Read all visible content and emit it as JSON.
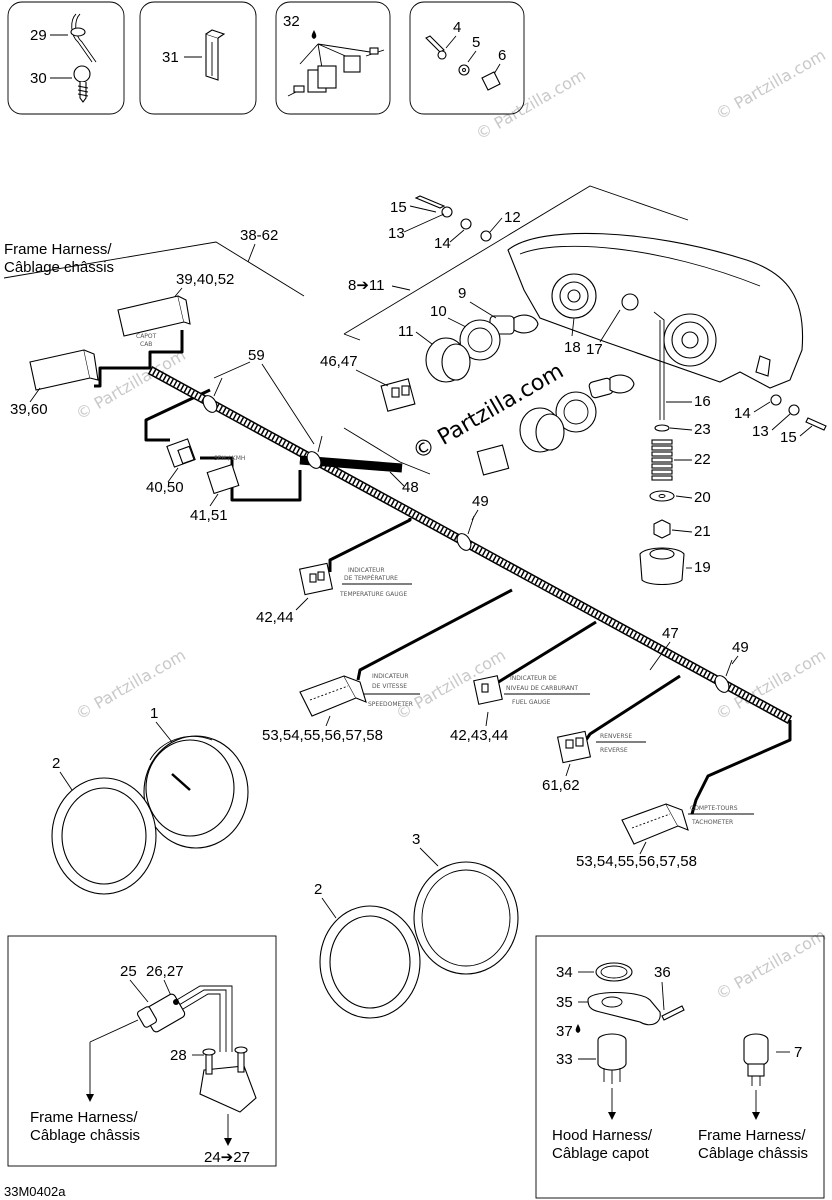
{
  "callouts": {
    "c29": "29",
    "c30": "30",
    "c31": "31",
    "c32": "32",
    "c4": "4",
    "c5": "5",
    "c6": "6",
    "c15a": "15",
    "c13a": "13",
    "c14a": "14",
    "c12": "12",
    "c38_62": "38-62",
    "c39_40_52": "39,40,52",
    "c8_11": "8➔11",
    "c9": "9",
    "c10": "10",
    "c11": "11",
    "c18": "18",
    "c17": "17",
    "c46_47": "46,47",
    "c59": "59",
    "c39_60": "39,60",
    "c40_50": "40,50",
    "c41_51": "41,51",
    "c48": "48",
    "c49a": "49",
    "c16": "16",
    "c14b": "14",
    "c13b": "13",
    "c15b": "15",
    "c23": "23",
    "c22": "22",
    "c20": "20",
    "c21": "21",
    "c19": "19",
    "c42_44": "42,44",
    "c47": "47",
    "c49b": "49",
    "c53_58a": "53,54,55,56,57,58",
    "c42_43_44": "42,43,44",
    "c61_62": "61,62",
    "c53_58b": "53,54,55,56,57,58",
    "c1": "1",
    "c2a": "2",
    "c3": "3",
    "c2b": "2",
    "c25": "25",
    "c26_27": "26,27",
    "c28": "28",
    "c24_27": "24➔27",
    "c34": "34",
    "c36": "36",
    "c35": "35",
    "c37": "37",
    "c33": "33",
    "c7": "7"
  },
  "headings": {
    "frame_harness_top_1": "Frame Harness/",
    "frame_harness_top_2": "Câblage châssis",
    "frame_harness_left_1": "Frame Harness/",
    "frame_harness_left_2": "Câblage châssis",
    "hood_harness_1": "Hood Harness/",
    "hood_harness_2": "Câblage capot",
    "frame_harness_right_1": "Frame Harness/",
    "frame_harness_right_2": "Câblage châssis"
  },
  "connector_tags": {
    "capot": "CAPOT",
    "cab": "CAB",
    "speed": "SPH / KMH",
    "temp_fr_1": "INDICATEUR",
    "temp_fr_2": "DE TEMPÉRATURE",
    "temp_en": "TEMPERATURE GAUGE",
    "speedo_fr_1": "INDICATEUR",
    "speedo_fr_2": "DE VITESSE",
    "speedo_en": "SPEEDOMETER",
    "fuel_fr_1": "INDICATEUR DE",
    "fuel_fr_2": "NIVEAU DE CARBURANT",
    "fuel_en": "FUEL GAUGE",
    "reverse_fr": "RENVERSE",
    "reverse_en": "REVERSE",
    "tach_fr": "COMPTE-TOURS",
    "tach_en": "TACHOMETER"
  },
  "watermark": "© Partzilla.com",
  "watermark_main": "© Partzilla.com",
  "footer_code": "33M0402a",
  "icons": [
    "harness-tie-icon",
    "screw-icon",
    "clip-icon",
    "connector-kit-icon",
    "headlamp-icon",
    "gauge-icon",
    "bulb-icon",
    "grommet-icon"
  ],
  "colors": {
    "line": "#000000",
    "watermark": "#c9c9c9",
    "background": "#ffffff"
  }
}
